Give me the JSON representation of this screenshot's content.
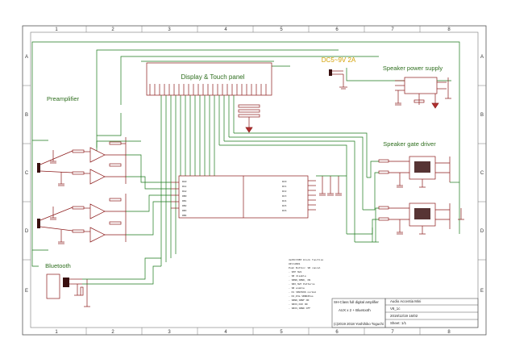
{
  "frame": {
    "columns": [
      "1",
      "2",
      "3",
      "4",
      "5",
      "6",
      "7",
      "8"
    ],
    "rows": [
      "A",
      "B",
      "C",
      "D",
      "E"
    ]
  },
  "labels": {
    "display": "Display & Touch panel",
    "power_input": "DC5~9V 2A",
    "speaker_power": "Speaker power supply",
    "preamp": "Preamplifier",
    "gate_driver": "Speaker gate driver",
    "bluetooth": "Bluetooth"
  },
  "title_block": {
    "project": "SH-Class full digital amplifier",
    "subtitle": "AUX x 2 + Bluetooth",
    "company": "Audio Accentia Mini",
    "version": "V8_1c",
    "date": "2019/12/19 16/02",
    "sheet": "Sheet: 1/1",
    "copyright": "(c)2019 2018 Yoshihiko Toguchi"
  },
  "notes": [
    "dsPIC33EP block function",
    "UP/CAN01",
    "Push Button: SB cancel",
    "- SEP SW1",
    "- SB disable",
    "- SBND,SBND, ON",
    "- SBX,SWY Patterns",
    "- SB enable",
    "- D1 SB93996 normal",
    "- D2,D3a SBND45ss",
    "- SBND,SBNF ON",
    "- SBXX,D2X ON",
    "- SBXX,SBND OFF"
  ],
  "colors": {
    "wire": "#1b7a1b",
    "component": "#8c1a1a",
    "section_label": "#2e6e1e",
    "power_label": "#d4a000"
  }
}
